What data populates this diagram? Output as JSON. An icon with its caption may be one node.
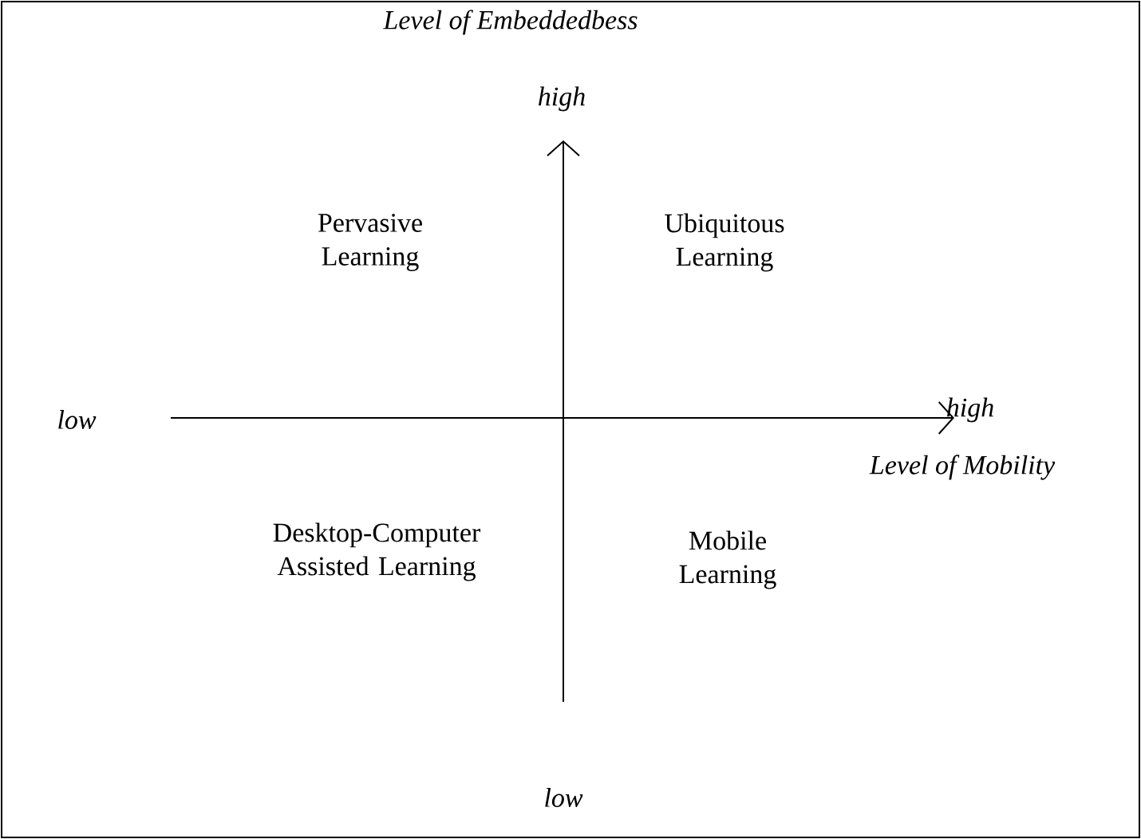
{
  "diagram": {
    "labels": [
      "Level of Embeddedbess",
      "high",
      "Pervasive Learning",
      "Ubiquitous Learning",
      "low",
      "high",
      "Level of Mobility",
      "Desktop-Computer Assisted Learning",
      "Mobile Learning",
      "low"
    ]
  }
}
